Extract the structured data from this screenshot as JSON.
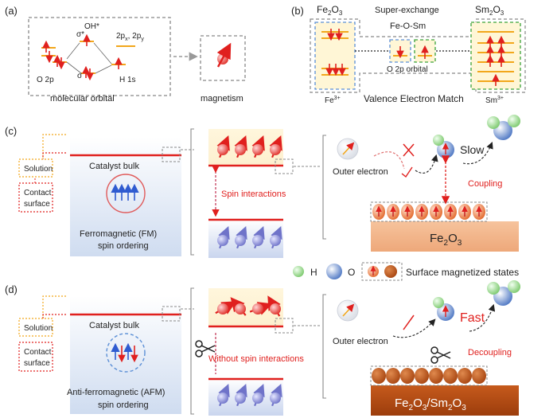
{
  "panels": {
    "a": {
      "tag": "(a)",
      "left_label": "O 2p",
      "sigma_star": "σ*",
      "oh_star": "OH*",
      "sigma": "σ",
      "right_top": "2p",
      "right_top_sub": "x",
      "right_top_sep": ", 2p",
      "right_top_sub2": "y",
      "right_bottom": "H 1s",
      "box_caption": "molecular orbital",
      "magnetism_caption": "magnetism"
    },
    "b": {
      "tag": "(b)",
      "fe2o3_main": "Fe",
      "fe2o3_sub1": "2",
      "fe2o3_mid": "O",
      "fe2o3_sub2": "3",
      "sm2o3_main": "Sm",
      "sm2o3_sub1": "2",
      "sm2o3_mid": "O",
      "sm2o3_sub2": "3",
      "super_exchange": "Super-exchange",
      "fe_o_sm": "Fe-O-Sm",
      "o2p_orbital": "O 2p orbital",
      "fe3_main": "Fe",
      "fe3_sup": "3+",
      "sm3_main": "Sm",
      "sm3_sup": "3+",
      "valence_match": "Valence Electron Match"
    },
    "c": {
      "tag": "(c)",
      "solution": "Solution",
      "contact_line1": "Contact",
      "contact_line2": "surface",
      "catalyst_bulk": "Catalyst bulk",
      "ordering_line1": "Ferromagnetic (FM)",
      "ordering_line2": "spin ordering",
      "spin_interactions": "Spin interactions",
      "outer_electron": "Outer electron",
      "slow": "Slow",
      "coupling": "Coupling",
      "substrate_main": "Fe",
      "substrate_sub1": "2",
      "substrate_mid": "O",
      "substrate_sub2": "3"
    },
    "legend": {
      "h": "H",
      "o": "O",
      "surface_states": "Surface magnetized states"
    },
    "d": {
      "tag": "(d)",
      "solution": "Solution",
      "contact_line1": "Contact",
      "contact_line2": "surface",
      "catalyst_bulk": "Catalyst bulk",
      "ordering_line1": "Anti-ferromagnetic (AFM)",
      "ordering_line2": "spin ordering",
      "without_spin": "Without spin interactions",
      "outer_electron": "Outer electron",
      "fast": "Fast",
      "decoupling": "Decoupling",
      "substrate_a": "Fe",
      "substrate_a_sub1": "2",
      "substrate_a_mid": "O",
      "substrate_a_sub2": "3",
      "substrate_slash": "/Sm",
      "substrate_b_sub1": "2",
      "substrate_b_mid": "O",
      "substrate_b_sub2": "3"
    }
  },
  "colors": {
    "red": "#e0201e",
    "orange_level": "#f2a71b",
    "blue_dash": "#5b8fd6",
    "green_dash": "#3aa23a",
    "substrate_light": "#f0b48a",
    "substrate_dark": "#b34a12",
    "h_green": "#9ed98f",
    "o_blue": "#7a9ed8"
  }
}
